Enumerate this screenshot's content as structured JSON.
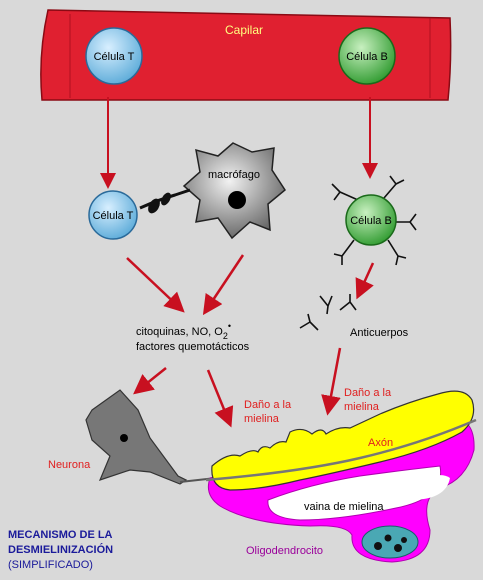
{
  "capillary": {
    "label": "Capilar"
  },
  "cells": {
    "t_cell_capillary": "Célula T",
    "b_cell_capillary": "Célula B",
    "macrophage": "macrófago",
    "t_cell": "Célula T",
    "b_cell": "Célula B"
  },
  "mediators": {
    "line1_prefix": "citoquinas, NO, O",
    "line1_subscript": "2",
    "line1_superscript": "•",
    "line2": "factores quemotácticos"
  },
  "antibodies": {
    "label": "Anticuerpos"
  },
  "damage": {
    "left_line1": "Daño a la",
    "left_line2": "mielina",
    "right_line1": "Daño a la",
    "right_line2": "mielina"
  },
  "neuron": {
    "label": "Neurona"
  },
  "axon": {
    "label": "Axón"
  },
  "myelin_sheath": {
    "label": "vaina de mielina"
  },
  "oligodendrocyte": {
    "label": "Oligodendrocito"
  },
  "caption": {
    "line1": "MECANISMO DE LA",
    "line2": "DESMIELINIZACIÓN",
    "line3": "(SIMPLIFICADO)"
  },
  "colors": {
    "capillary": "#e02030",
    "arrow": "#c81020",
    "t_cell": "#8cc8ee",
    "b_cell": "#5ec05e",
    "axon": "#ffff00",
    "oligodendrocyte": "#ff00ff",
    "label_red": "#e02020",
    "caption_blue": "#1a1a9a",
    "macrophage": "#555555",
    "neuron": "#777777"
  }
}
